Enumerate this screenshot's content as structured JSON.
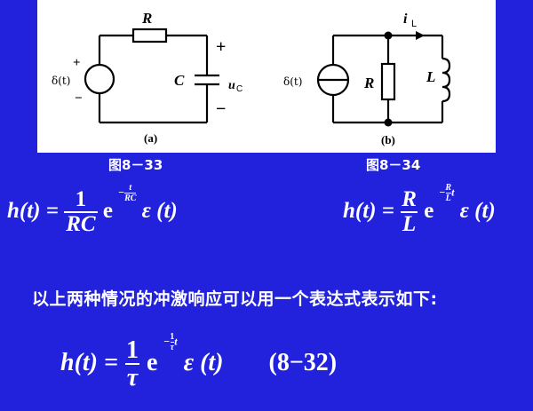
{
  "circuit_a": {
    "resistor": "R",
    "capacitor": "C",
    "voltage_u": "u",
    "voltage_sub": "C",
    "plus": "+",
    "minus": "−",
    "source": "δ(t)",
    "label": "(a)"
  },
  "circuit_b": {
    "current_i": "i",
    "current_sub": "L",
    "resistor": "R",
    "inductor": "L",
    "source": "δ(t)",
    "label": "(b)"
  },
  "captions": {
    "left": "图8－33",
    "right": "图8－34"
  },
  "formula_rc": {
    "lhs": "h(t) =",
    "num": "1",
    "den": "RC",
    "exp_num": "t",
    "exp_den": "RC",
    "tail": "ε (t)"
  },
  "formula_rl": {
    "lhs": "h(t) =",
    "num": "R",
    "den": "L",
    "exp_num": "R",
    "exp_den": "L",
    "exp_var": "t",
    "tail": "ε (t)"
  },
  "note": "以上两种情况的冲激响应可以用一个表达式表示如下:",
  "formula_general": {
    "lhs": "h(t) =",
    "num": "1",
    "den": "τ",
    "exp_num": "1",
    "exp_den": "τ",
    "exp_var": "t",
    "tail": "ε (t)",
    "number": "(8−32)"
  }
}
